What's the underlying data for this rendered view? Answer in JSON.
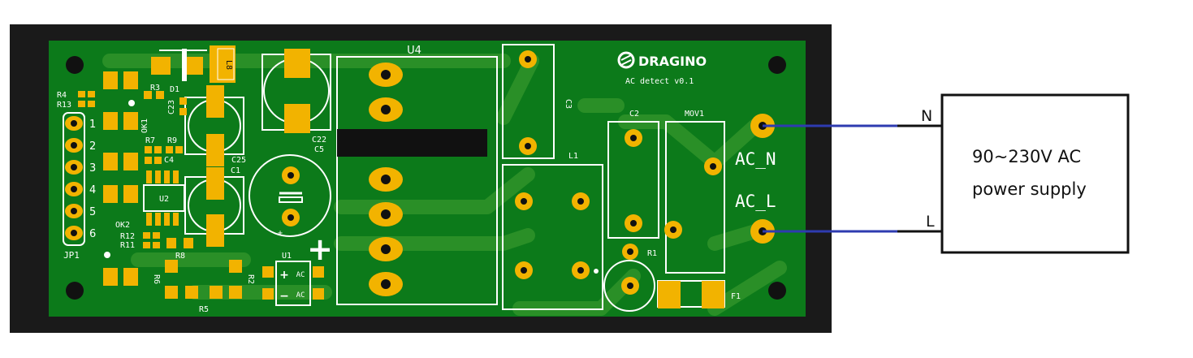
{
  "board": {
    "brand": "DRAGINO",
    "board_title": "AC detect v0.1",
    "designators": {
      "u4": "U4",
      "u2": "U2",
      "u1": "U1",
      "l8": "L8",
      "d1": "D1",
      "r3": "R3",
      "r4": "R4",
      "r13": "R13",
      "ok1": "OK1",
      "ok2": "OK2",
      "c23": "C23",
      "r7": "R7",
      "r9": "R9",
      "c4": "C4",
      "c25": "C25",
      "c1": "C1",
      "c22": "C22",
      "c5": "C5",
      "r12": "R12",
      "r11": "R11",
      "r8": "R8",
      "r6": "R6",
      "r5": "R5",
      "r2": "R2",
      "jp1": "JP1",
      "c3": "C3",
      "l1": "L1",
      "c2": "C2",
      "mov1": "MOV1",
      "r1": "R1",
      "f1": "F1"
    },
    "header_pins": [
      "1",
      "2",
      "3",
      "4",
      "5",
      "6"
    ],
    "u1_pins": {
      "plus": "+",
      "ac_top": "AC",
      "minus": "−",
      "ac_bottom": "AC"
    },
    "big_plus": "+",
    "terminal_n": "AC_N",
    "terminal_l": "AC_L"
  },
  "supply": {
    "line1": "90~230V AC",
    "line2": "power supply"
  },
  "wires": {
    "n_label": "N",
    "l_label": "L"
  },
  "colors": {
    "frame": "#1a1a1a",
    "pcb": "#0c7a1a",
    "trace": "#2a8f27",
    "pad": "#f2b300",
    "hole": "#111111",
    "silk": "#ffffff",
    "wire": "#2e3bb0"
  }
}
